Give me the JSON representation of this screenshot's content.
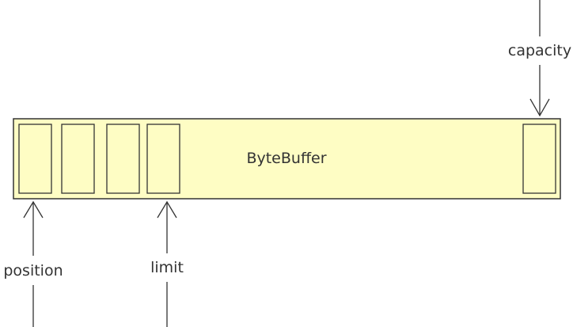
{
  "buffer": {
    "label": "ByteBuffer",
    "fill_color": "#fefdc4",
    "stroke_color": "#333333"
  },
  "pointers": {
    "capacity": "capacity",
    "position": "position",
    "limit": "limit"
  }
}
